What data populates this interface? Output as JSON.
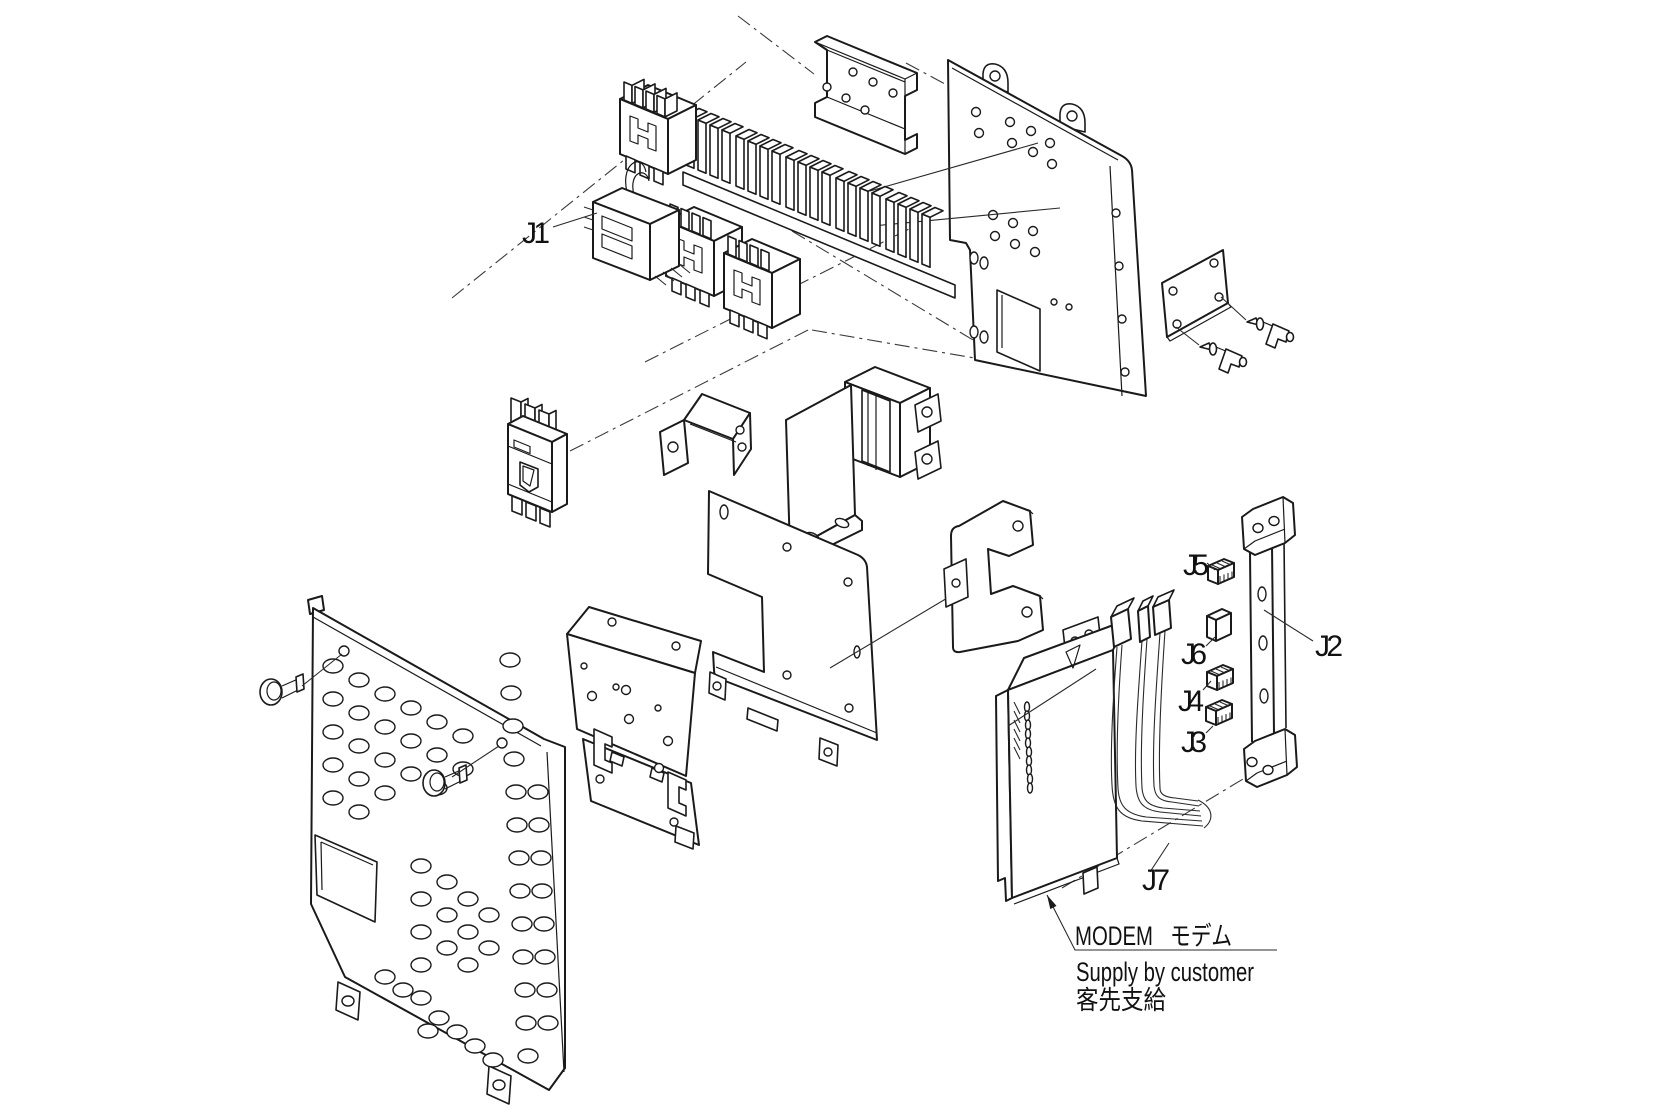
{
  "diagram": {
    "kind": "exploded-parts-assembly-drawing",
    "colors": {
      "background": "#ffffff",
      "line": "#1a1a1a"
    },
    "callouts": {
      "j1": "J1",
      "j2": "J2",
      "j3": "J3",
      "j4": "J4",
      "j5": "J5",
      "j6": "J6",
      "j7": "J7"
    },
    "modem_note": {
      "title_en": "MODEM",
      "title_jp": "モデム",
      "supply_en": "Supply by customer",
      "supply_jp": "客先支給"
    }
  }
}
